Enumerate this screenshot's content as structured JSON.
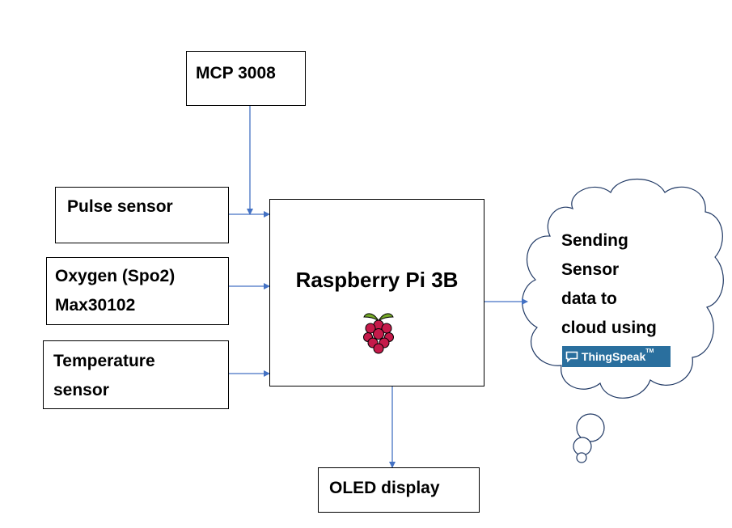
{
  "nodes": {
    "mcp": "MCP 3008",
    "pulse": "Pulse sensor",
    "oxygen": [
      "Oxygen (Spo2)",
      "Max30102"
    ],
    "temperature": [
      "Temperature",
      "sensor"
    ],
    "raspberry_pi": "Raspberry Pi 3B",
    "oled": "OLED display"
  },
  "cloud": {
    "lines": [
      "Sending",
      "Sensor",
      "data to",
      "cloud using"
    ],
    "badge_label": "ThingSpeak",
    "badge_trademark": "TM"
  },
  "edges": [
    {
      "from": "MCP 3008",
      "to": "Raspberry Pi 3B"
    },
    {
      "from": "Pulse sensor",
      "to": "Raspberry Pi 3B"
    },
    {
      "from": "Oxygen (Spo2) Max30102",
      "to": "Raspberry Pi 3B"
    },
    {
      "from": "Temperature sensor",
      "to": "Raspberry Pi 3B"
    },
    {
      "from": "Raspberry Pi 3B",
      "to": "OLED display"
    },
    {
      "from": "Raspberry Pi 3B",
      "to": "Sending Sensor data to cloud using ThingSpeak"
    }
  ],
  "colors": {
    "arrow": "#4472c4",
    "cloud_outline": "#1f3864",
    "thingspeak_badge": "#2a6f9e",
    "raspberry_red": "#c51a4a",
    "leaf_green": "#75a928"
  },
  "icons": {
    "raspberry_pi_logo": "raspberry-pi-logo-icon",
    "thingspeak_chat": "speech-bubble-icon"
  }
}
